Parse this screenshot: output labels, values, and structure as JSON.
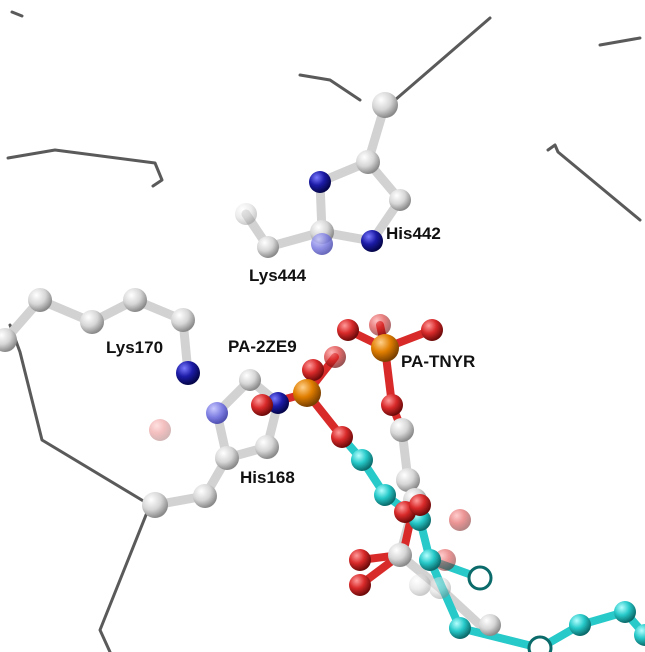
{
  "labels": {
    "his442": "His442",
    "lys444": "Lys444",
    "lys170": "Lys170",
    "pa2ze9": "PA-2ZE9",
    "patnyr": "PA-TNYR",
    "his168": "His168"
  },
  "colors": {
    "backbone": "#5a5a5a",
    "carbon": "#d8d8d8",
    "nitrogen": "#1a1aa8",
    "oxygen": "#d92a2a",
    "phosphorus": "#e07e00",
    "ligand_carbon": "#27c9c9"
  }
}
